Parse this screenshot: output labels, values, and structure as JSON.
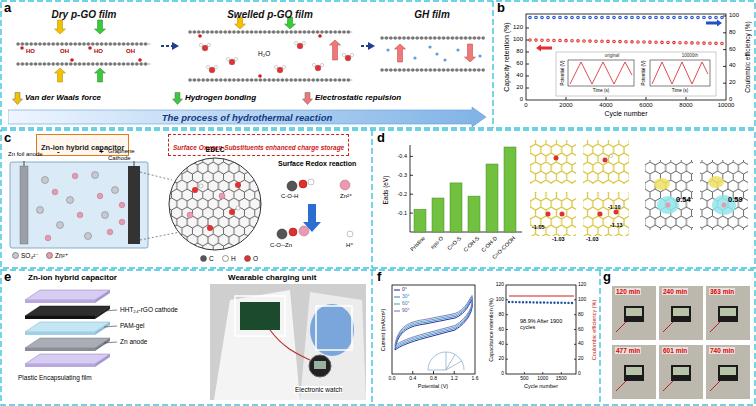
{
  "diagram": {
    "nodes": [
      {
        "text": [
          "Dry p-GO film"
        ]
      },
      {
        "text": [
          "Swelled p-GO film"
        ]
      },
      {
        "text": [
          "GH film"
        ]
      },
      {
        "text": [
          "The process of hydrothermal reaction"
        ]
      },
      {
        "text": [
          "Zn-ion hybrid capacitor"
        ]
      },
      {
        "text": [
          "Surface Oxygen Substituents enhanced charge storage"
        ]
      }
    ],
    "edges": [
      {
        "from": 0,
        "to": 1,
        "arrow": "to"
      },
      {
        "from": 1,
        "to": 2,
        "arrow": "to"
      }
    ],
    "labels": [
      "a",
      "HO",
      "OH",
      "HO",
      "OH",
      "H₂O",
      "b",
      "Capacity retention (%)",
      "Coulombic efficiency (%)",
      "0",
      "20",
      "40",
      "60",
      "80",
      "100",
      "120",
      "0",
      "20",
      "40",
      "60",
      "80",
      "100",
      "0",
      "2000",
      "4000",
      "6000",
      "8000",
      "10000",
      "Cycle number",
      "Potential (V)",
      "Time (s)",
      "original",
      "Potential (V)",
      "Time (s)",
      "10000th",
      "c",
      "-",
      "+",
      "Zn foil anode",
      "Graphene Cathode",
      "EDLC",
      "Surface Redox reaction",
      "C-O-H",
      "Zn²⁺",
      "C-O--Zn",
      "H⁺",
      "d",
      "Eads (eV)",
      "-0.4",
      "-0.3",
      "-0.2",
      "-0.1",
      "Pristine",
      "epo-O",
      "C=O-S",
      "C-OH-S",
      "C-OH-D",
      "C=O-COOH",
      "-1.05",
      "-1.03",
      "-1.10",
      "-1.03",
      "-1.13",
      "0.54",
      "0.59",
      "e",
      "Zn-ion hybrid capacitor",
      "HHT₂₄-rGO cathode",
      "PAM-gel",
      "Zn anode",
      "Plastic Encapsulating film",
      "Wearable charging unit",
      "Electronic watch",
      "f",
      "Current (mA/cm²)",
      "0.0",
      "0.4",
      "0.8",
      "1.2",
      "1.6",
      "Potential (V)",
      "0°",
      "30°",
      "60°",
      "90°",
      "Capacitance retention (%)",
      "0",
      "20",
      "40",
      "60",
      "80",
      "100",
      "120",
      "Coulombic efficiency (%)",
      "0",
      "20",
      "40",
      "60",
      "80",
      "100",
      "120",
      "500",
      "1000",
      "1500",
      "Cycle number",
      "98.9% After 1900 cycles",
      "g",
      "120 min",
      "240 min",
      "363 min",
      "477 min",
      "601 min",
      "740 min"
    ],
    "legend": [
      {
        "text": "Van der Waals force",
        "color": "#f2c200"
      },
      {
        "text": "Hydrogen bonding",
        "color": "#3cc83c"
      },
      {
        "text": "Electrostatic repulsion",
        "color": "#f07878"
      },
      {
        "text": "SO₄²⁻",
        "color": "#c8c8d4"
      },
      {
        "text": "Zn²⁺",
        "color": "#e89ab0"
      },
      {
        "text": "C",
        "color": "#555555"
      },
      {
        "text": "H",
        "color": "#ffffff"
      },
      {
        "text": "O",
        "color": "#e03030"
      }
    ]
  }
}
